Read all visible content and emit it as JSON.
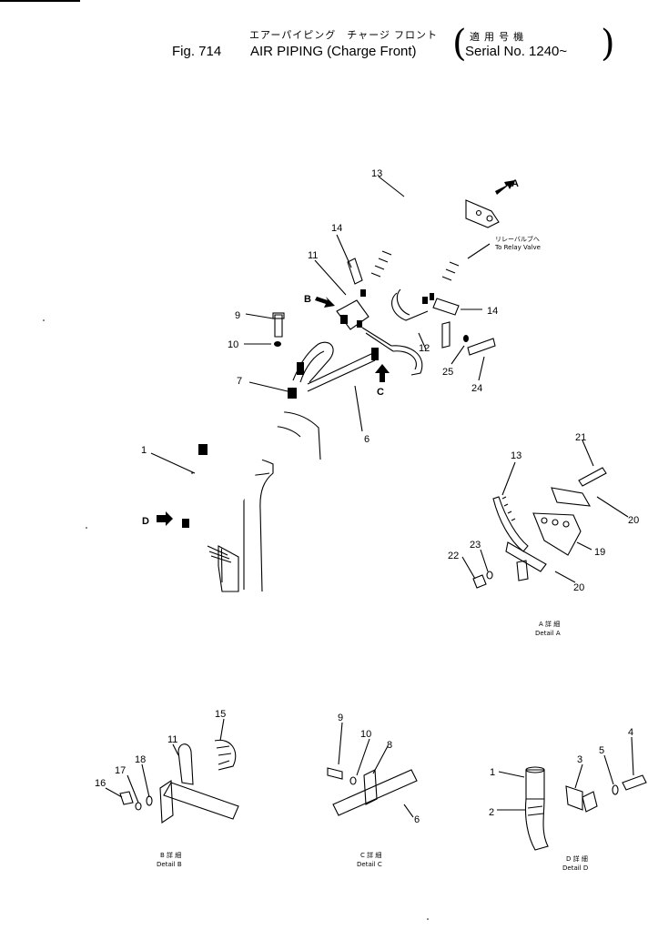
{
  "header": {
    "title_jp": "エアーパイピング　チャージ フロント",
    "fig_label": "Fig. 714",
    "title_en": "AIR PIPING (Charge Front)",
    "serial_jp": "適 用 号 機",
    "serial_en": "Serial No. 1240~"
  },
  "callouts": {
    "relay_jp": "リレーバルブへ",
    "relay_en": "To Relay Valve",
    "view_a": "A",
    "view_b": "B",
    "view_c": "C",
    "view_d": "D"
  },
  "parts": {
    "p1": "1",
    "p2": "2",
    "p3": "3",
    "p4": "4",
    "p5": "5",
    "p6": "6",
    "p7": "7",
    "p8": "8",
    "p9": "9",
    "p10": "10",
    "p11": "11",
    "p12": "12",
    "p13": "13",
    "p14": "14",
    "p15": "15",
    "p16": "16",
    "p17": "17",
    "p18": "18",
    "p19": "19",
    "p20": "20",
    "p21": "21",
    "p22": "22",
    "p23": "23",
    "p24": "24",
    "p25": "25"
  },
  "details": {
    "a_jp": "A 詳 細",
    "a_en": "Detail A",
    "b_jp": "B 詳 細",
    "b_en": "Detail B",
    "c_jp": "C 詳 細",
    "c_en": "Detail C",
    "d_jp": "D 詳 細",
    "d_en": "Detail D"
  }
}
